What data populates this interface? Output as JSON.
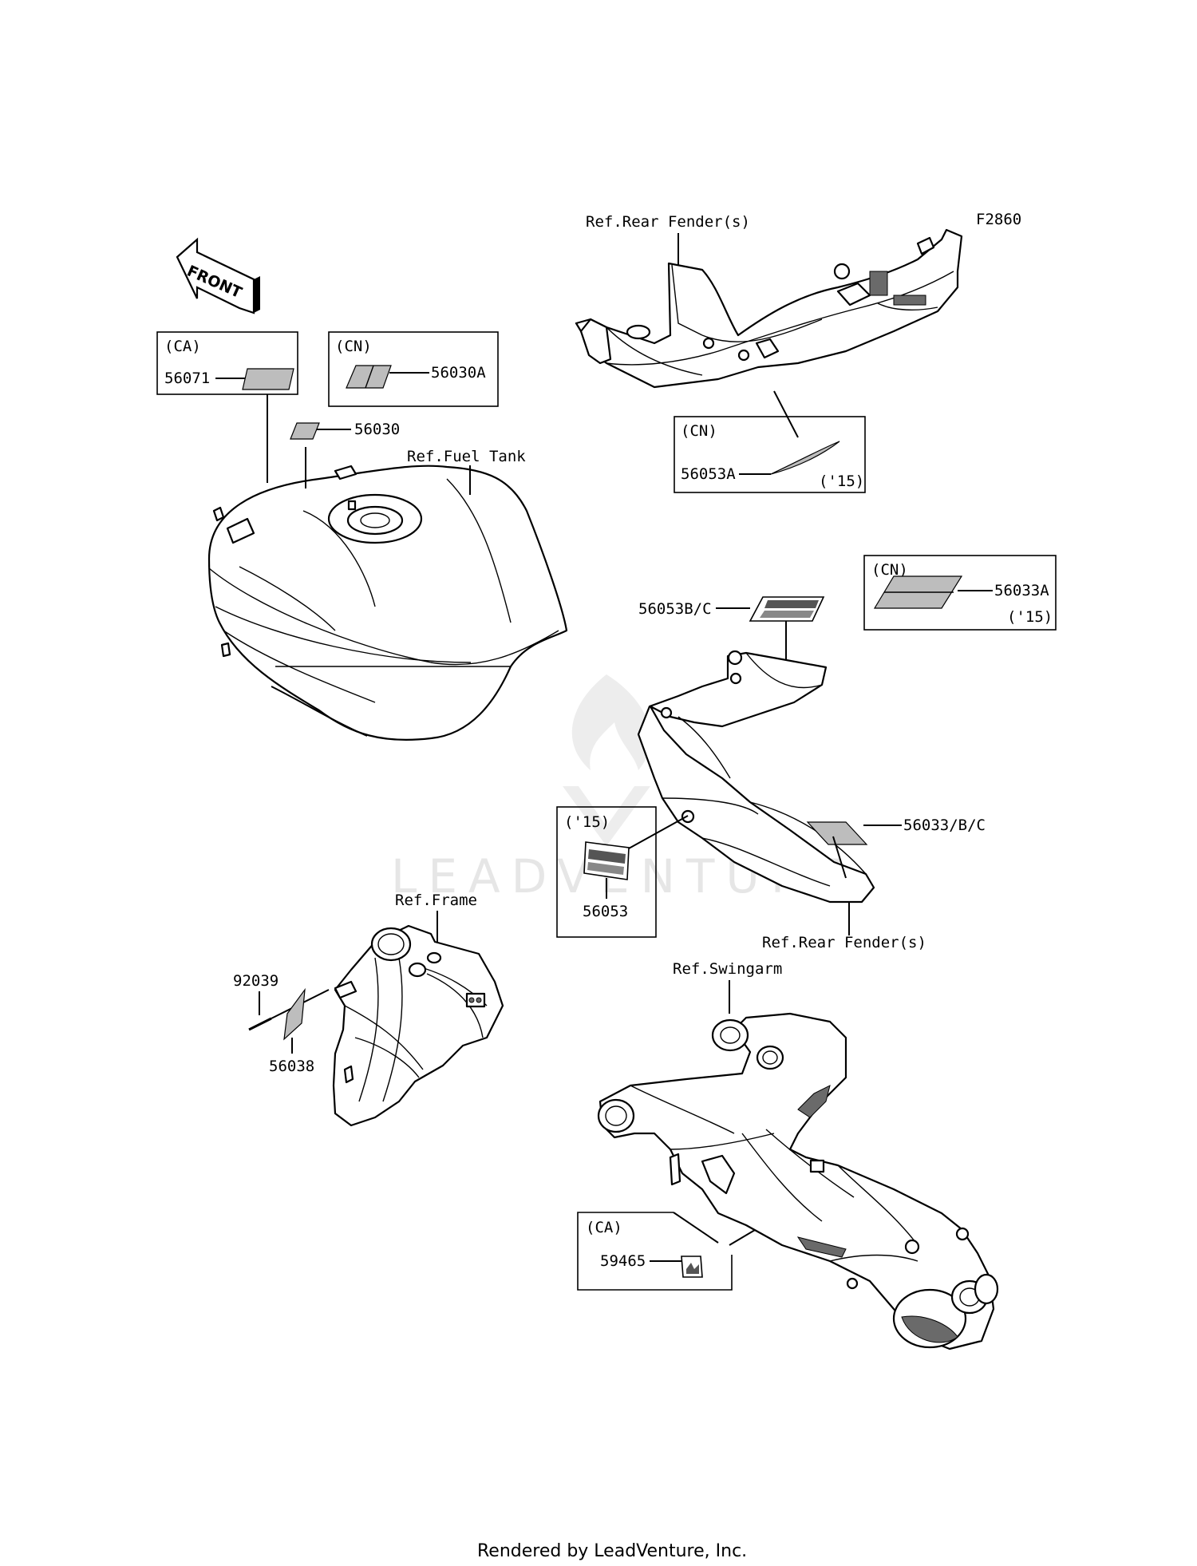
{
  "figure_code": "F2860",
  "front_arrow": {
    "label": "FRONT",
    "icon": "front-arrow-icon"
  },
  "watermark": "LEADVENTURE",
  "footer": "Rendered by LeadVenture, Inc.",
  "references": {
    "rear_fender_top": "Ref.Rear Fender(s)",
    "fuel_tank": "Ref.Fuel Tank",
    "rear_fender_bottom": "Ref.Rear Fender(s)",
    "frame": "Ref.Frame",
    "swingarm": "Ref.Swingarm"
  },
  "callout_boxes": {
    "ca_fuel": {
      "tag": "(CA)",
      "part": "56071"
    },
    "cn_fuel": {
      "tag": "(CN)",
      "part": "56030A"
    },
    "cn_rear_top": {
      "tag": "(CN)",
      "part": "56053A",
      "year": "('15)"
    },
    "cn_rear_right": {
      "tag": "(CN)",
      "part": "56033A",
      "year": "('15)"
    },
    "y15_rear": {
      "tag": "('15)",
      "part": "56053"
    },
    "ca_swingarm": {
      "tag": "(CA)",
      "part": "59465"
    }
  },
  "parts": {
    "p56030": "56030",
    "p56053bc": "56053B/C",
    "p56033bc": "56033/B/C",
    "p92039": "92039",
    "p56038": "56038"
  }
}
